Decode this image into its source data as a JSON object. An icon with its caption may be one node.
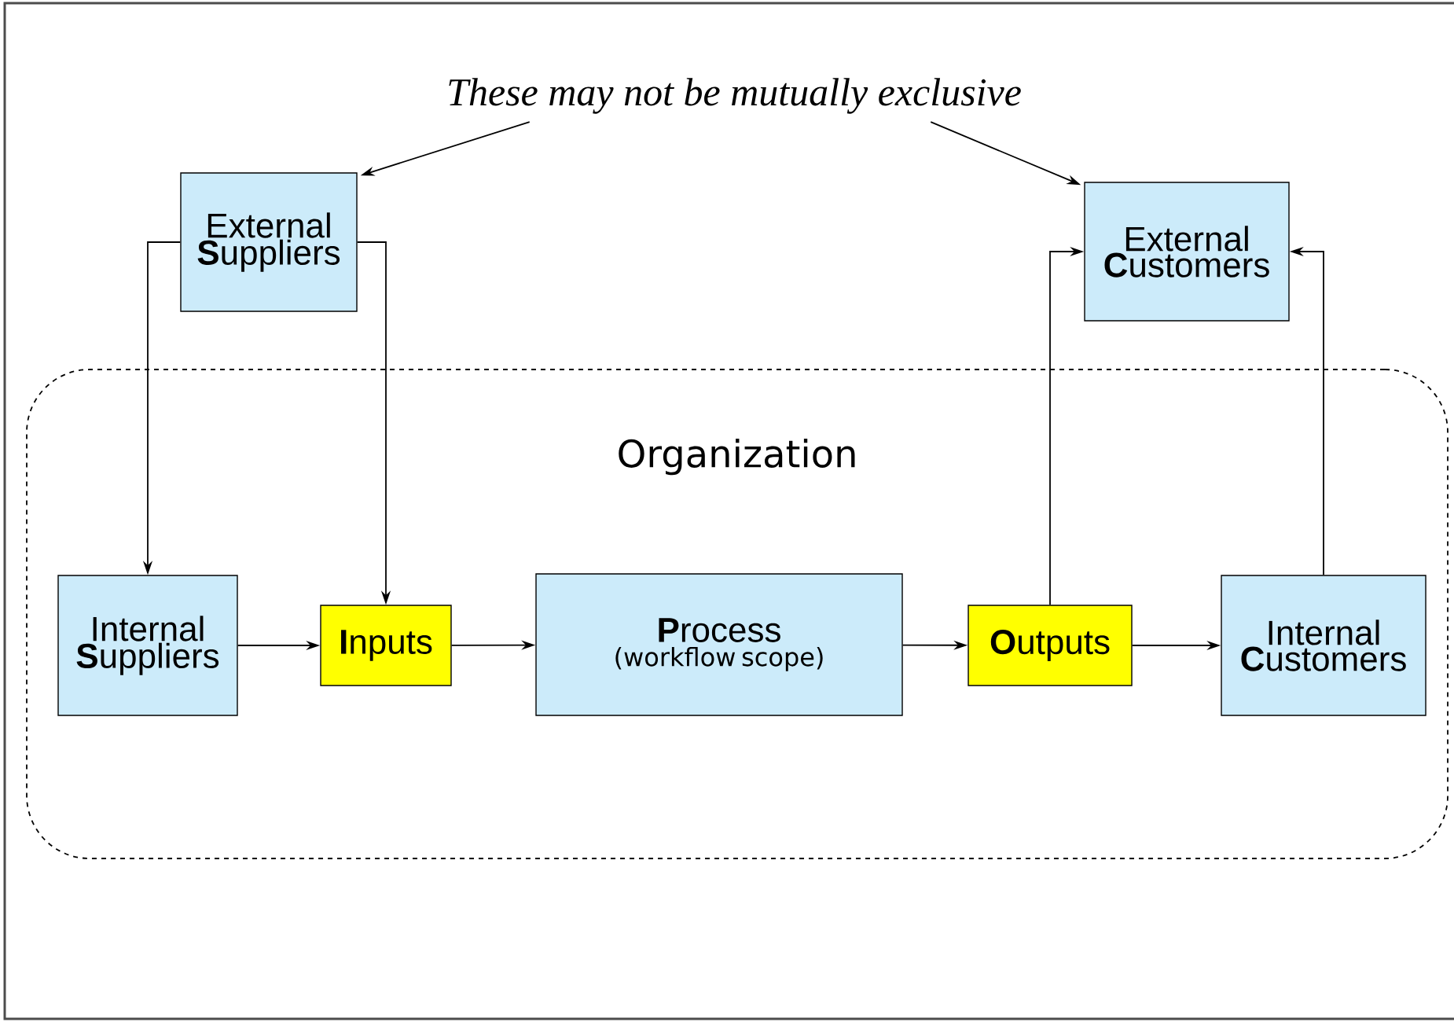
{
  "diagram": {
    "nodes": [
      {
        "text": [
          "External **S**uppliers"
        ]
      },
      {
        "text": [
          "External **C**ustomers"
        ]
      },
      {
        "text": [
          "Organization"
        ]
      },
      {
        "text": [
          "Internal **S**uppliers"
        ],
        "in": 2
      },
      {
        "text": [
          "**I**nputs"
        ],
        "in": 2
      },
      {
        "text": [
          "**P**rocess",
          "(workflow scope)"
        ],
        "in": 2
      },
      {
        "text": [
          "**O**utputs"
        ],
        "in": 2
      },
      {
        "text": [
          "Internal **C**ustomers"
        ],
        "in": 2
      },
      {
        "text": [
          "These may not be mutually exclusive"
        ]
      }
    ],
    "edges": [
      {
        "from": 0,
        "to": 3,
        "arrow": "to"
      },
      {
        "from": 0,
        "to": 4,
        "arrow": "to"
      },
      {
        "from": 3,
        "to": 4,
        "arrow": "to"
      },
      {
        "from": 4,
        "to": 5,
        "arrow": "to"
      },
      {
        "from": 5,
        "to": 6,
        "arrow": "to"
      },
      {
        "from": 6,
        "to": 7,
        "arrow": "to"
      },
      {
        "from": 6,
        "to": 1,
        "arrow": "to"
      },
      {
        "from": 7,
        "to": 1,
        "arrow": "to"
      },
      {
        "from": 8,
        "to": 0,
        "arrow": "to"
      },
      {
        "from": 8,
        "to": 1,
        "arrow": "to"
      }
    ]
  }
}
